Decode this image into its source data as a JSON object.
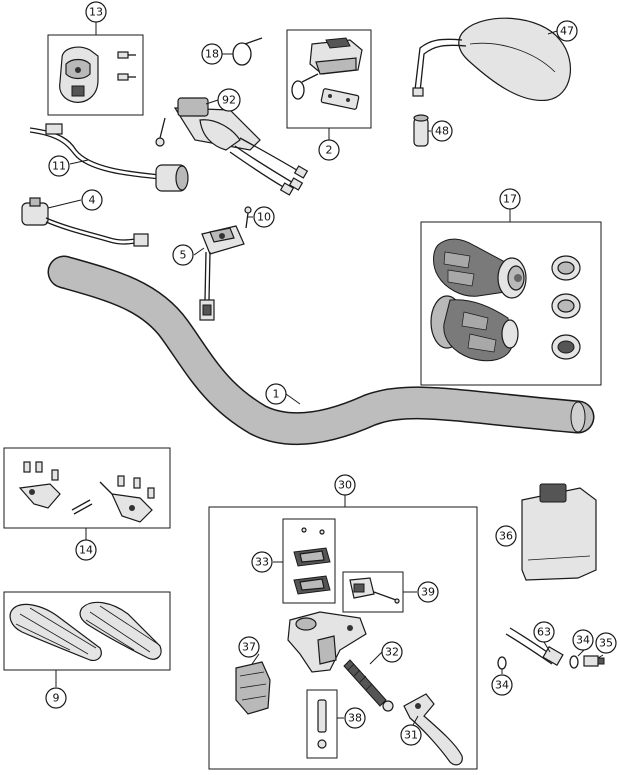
{
  "diagram": {
    "callouts": [
      {
        "id": "c13",
        "label": "13"
      },
      {
        "id": "c18",
        "label": "18"
      },
      {
        "id": "c92",
        "label": "92"
      },
      {
        "id": "c2",
        "label": "2"
      },
      {
        "id": "c47",
        "label": "47"
      },
      {
        "id": "c48",
        "label": "48"
      },
      {
        "id": "c11",
        "label": "11"
      },
      {
        "id": "c4",
        "label": "4"
      },
      {
        "id": "c10",
        "label": "10"
      },
      {
        "id": "c5",
        "label": "5"
      },
      {
        "id": "c17",
        "label": "17"
      },
      {
        "id": "c1",
        "label": "1"
      },
      {
        "id": "c14",
        "label": "14"
      },
      {
        "id": "c30",
        "label": "30"
      },
      {
        "id": "c36",
        "label": "36"
      },
      {
        "id": "c33",
        "label": "33"
      },
      {
        "id": "c39",
        "label": "39"
      },
      {
        "id": "c37",
        "label": "37"
      },
      {
        "id": "c32",
        "label": "32"
      },
      {
        "id": "c63",
        "label": "63"
      },
      {
        "id": "c34a",
        "label": "34"
      },
      {
        "id": "c35",
        "label": "35"
      },
      {
        "id": "c34b",
        "label": "34"
      },
      {
        "id": "c38",
        "label": "38"
      },
      {
        "id": "c31",
        "label": "31"
      },
      {
        "id": "c9",
        "label": "9"
      }
    ]
  }
}
